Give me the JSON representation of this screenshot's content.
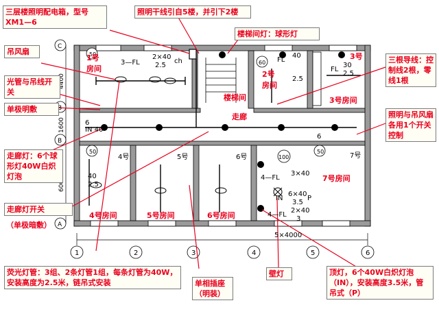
{
  "plan": {
    "rooms": {
      "r1": "1号",
      "r1b": "房间",
      "r2": "2号",
      "r2b": "房间",
      "r3": "3号房间",
      "r3top": "3号",
      "r4": "4号房间",
      "r5": "5号房间",
      "r6": "6号房间",
      "r7": "7号房间",
      "stair": "楼梯间",
      "corridor": "走廊"
    },
    "axes_h": [
      "1",
      "2",
      "3",
      "4",
      "5",
      "6"
    ],
    "axes_v": [
      "C",
      "B",
      "B",
      "A"
    ],
    "dimensions": {
      "top": "4400",
      "mid": "1600",
      "bottom": "6000",
      "width": "5×4000"
    },
    "circles": [
      "50",
      "60",
      "100",
      "50",
      "50"
    ],
    "fixture_marks": {
      "r1_fl": "3—FL",
      "r1_frac_top": "2×40",
      "r1_frac_bot": "2.5",
      "r1_ch": "ch",
      "r2_fl": "FL",
      "r2_frac_top": "40",
      "r2_frac_bot": "2.5",
      "r3_fl": "FL",
      "r3_frac_top": "30",
      "r3_frac_bot": "2.5",
      "corr_in_top": "6",
      "corr_in": "IN  40",
      "r4_fl": "40",
      "r4_frac_bot": "2.5",
      "r7_fl1": "4—FL",
      "r7_frac1_top": "3×40",
      "r7_in": "IN",
      "r7_frac2_top": "6×40",
      "r7_frac2_bot": "3.5",
      "r7_p": "P",
      "r7_fl2": "4—FL",
      "r7_frac3_top": "2×40",
      "r7_frac3_bot": "3",
      "num6": "6",
      "num4": "4号",
      "num5": "5号",
      "num6b": "6号",
      "num7": "7号"
    }
  },
  "callouts": {
    "c1": "三层楼照明配电箱，型号XM1—6",
    "c2": "照明干线引自5楼，并引下2楼",
    "c3": "楼梯间灯：球形灯",
    "c4": "吊风扇",
    "c5": "光管与吊线开关",
    "c6": "单极明敷",
    "c7": "三根导线：控制线2根，零线1根",
    "c8": "照明与吊风扇各用1个开关控制",
    "c9": "走廊灯：6个球形灯40W白炽灯泡",
    "c10": "走廊灯开关",
    "c11": "（单极暗敷）",
    "c12": "荧光灯管：3组、2条灯管1组，每条灯管为40W，安装高度为2.5米，链吊式安装",
    "c13": "单相插座（明装）",
    "c14": "壁灯",
    "c15": "顶灯，6个40W白炽灯泡（IN），安装高度3.5米，管吊式（P）"
  },
  "colors": {
    "wall": "#9a9a9a",
    "line": "#000000",
    "arrow": "#e8001c",
    "label": "#e8001c",
    "callout_bg": "#fffef5"
  }
}
